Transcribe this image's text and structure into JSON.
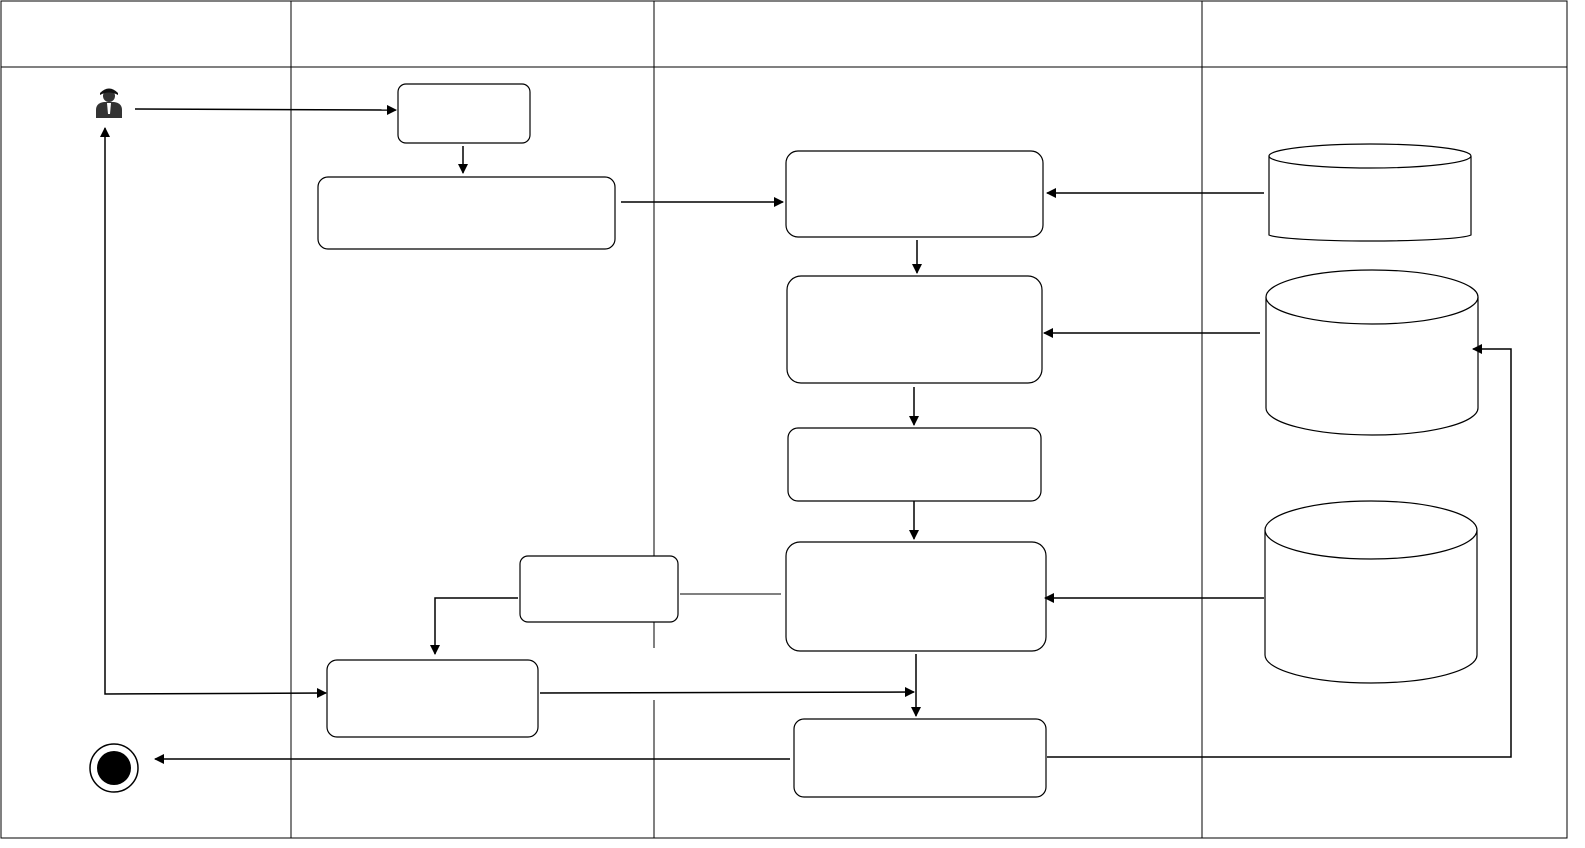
{
  "diagram": {
    "type": "activity-swimlane",
    "lanes": [
      {
        "id": "lane-1",
        "title": ""
      },
      {
        "id": "lane-2",
        "title": ""
      },
      {
        "id": "lane-3",
        "title": ""
      },
      {
        "id": "lane-4",
        "title": ""
      }
    ],
    "nodes": {
      "actor": {
        "kind": "actor-icon"
      },
      "start_action": {
        "kind": "action",
        "label": ""
      },
      "action_2": {
        "kind": "action",
        "label": ""
      },
      "process_1": {
        "kind": "action",
        "label": ""
      },
      "process_2": {
        "kind": "action",
        "label": ""
      },
      "process_3": {
        "kind": "action",
        "label": ""
      },
      "process_4": {
        "kind": "action",
        "label": ""
      },
      "process_5": {
        "kind": "action",
        "label": ""
      },
      "output_action": {
        "kind": "action",
        "label": ""
      },
      "return_action": {
        "kind": "action",
        "label": ""
      },
      "db_1": {
        "kind": "datastore",
        "label": ""
      },
      "db_2": {
        "kind": "datastore",
        "label": ""
      },
      "db_3": {
        "kind": "datastore",
        "label": ""
      },
      "end": {
        "kind": "final-node"
      }
    },
    "colors": {
      "stroke": "#000000",
      "fill": "#ffffff",
      "actor": "#333333"
    }
  }
}
